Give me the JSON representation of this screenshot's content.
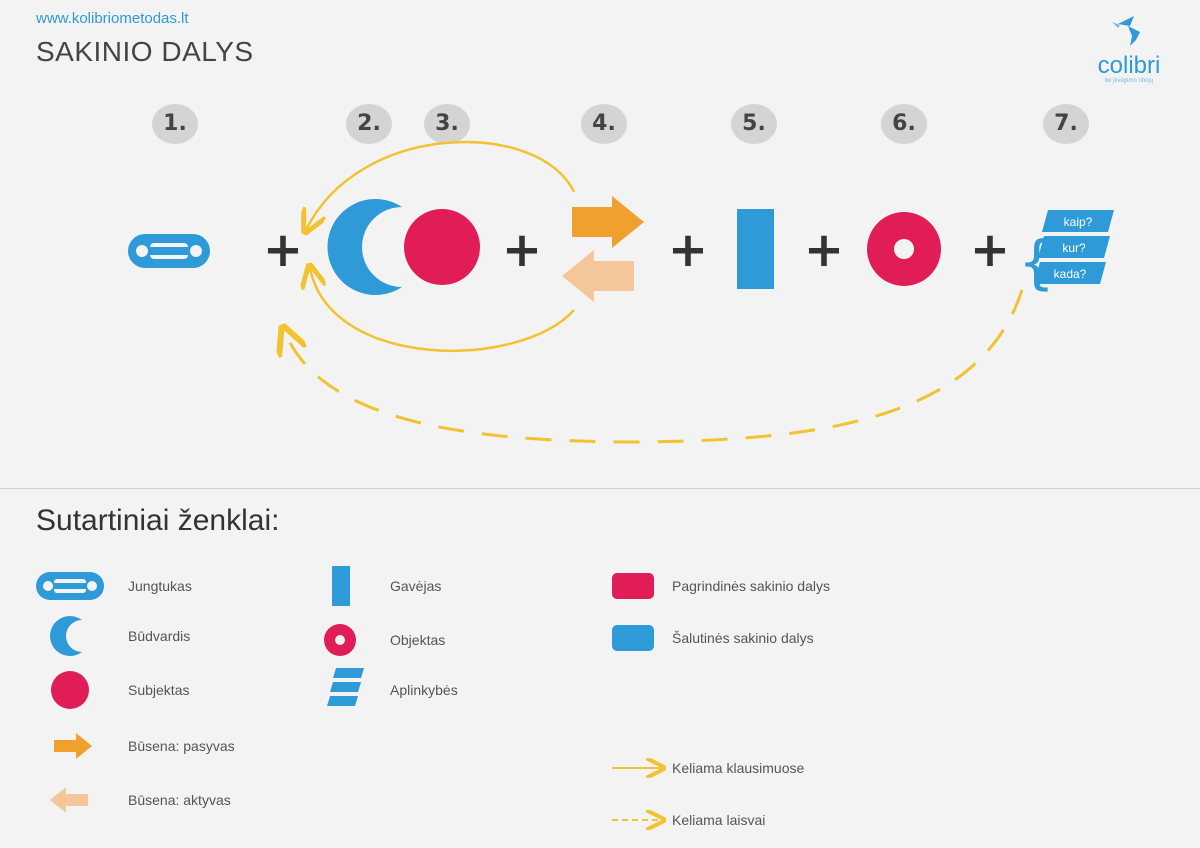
{
  "header": {
    "url": "www.kolibriometodas.lt",
    "title": "SAKINIO DALYS",
    "logo_text": "colibri",
    "logo_sub": "be įkvėpimo ribojų"
  },
  "steps": [
    "1.",
    "2.",
    "3.",
    "4.",
    "5.",
    "6.",
    "7."
  ],
  "operator": "+",
  "circumstance_questions": [
    "kaip?",
    "kur?",
    "kada?"
  ],
  "legend": {
    "title": "Sutartiniai ženklai:",
    "col1": [
      "Jungtukas",
      "Būdvardis",
      "Subjektas",
      "Būsena: pasyvas",
      "Būsena: aktyvas"
    ],
    "col2": [
      "Gavėjas",
      "Objektas",
      "Aplinkybės"
    ],
    "col3": [
      "Pagrindinės sakinio dalys",
      "Šalutinės sakinio dalys"
    ],
    "lines": [
      "Keliama klausimuose",
      "Keliama laisvai"
    ]
  },
  "colors": {
    "blue": "#2e9ad8",
    "red": "#e11d58",
    "orange": "#f0a02c",
    "light_orange": "#f3c79a",
    "arc_yellow": "#f2c230",
    "text": "#555555",
    "number_bg": "#d4d4d4"
  },
  "icons": [
    "link-icon",
    "crescent-icon",
    "circle-icon",
    "arrow-right-icon",
    "arrow-left-icon",
    "rectangle-icon",
    "ring-icon",
    "question-stack-icon"
  ]
}
